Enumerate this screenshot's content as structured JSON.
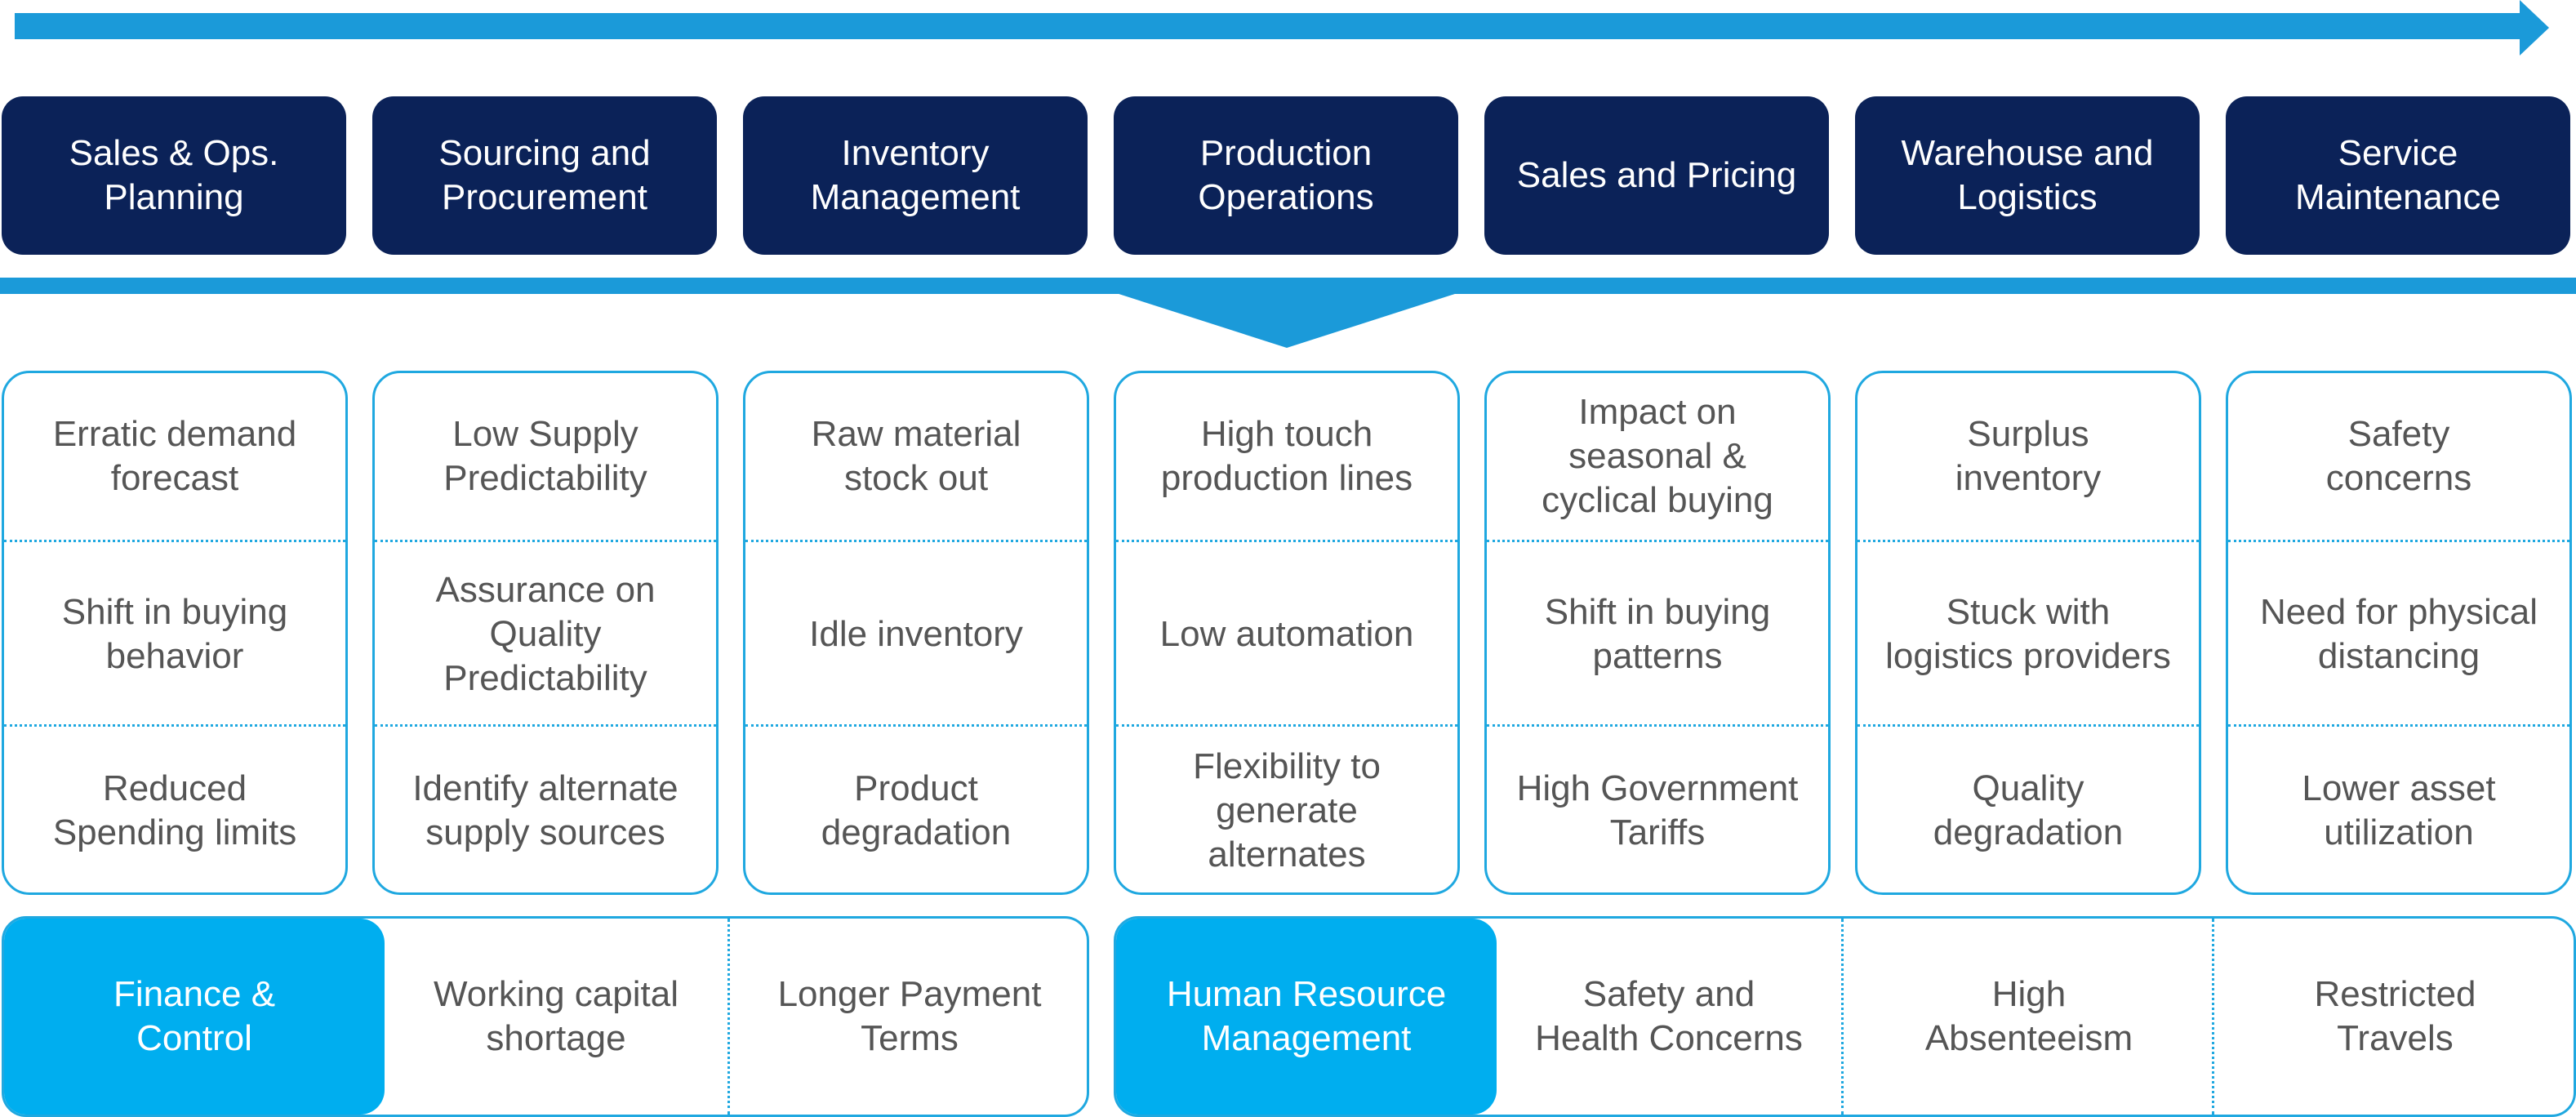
{
  "colors": {
    "navy": "#0b2258",
    "blue": "#1b9ad9",
    "cyan": "#00aeef",
    "text": "#555555"
  },
  "headers": [
    "Sales & Ops.\nPlanning",
    "Sourcing and\nProcurement",
    "Inventory\nManagement",
    "Production\nOperations",
    "Sales and Pricing",
    "Warehouse and\nLogistics",
    "Service\nMaintenance"
  ],
  "columns": [
    [
      "Erratic demand\nforecast",
      "Shift in buying\nbehavior",
      "Reduced\nSpending limits"
    ],
    [
      "Low Supply\nPredictability",
      "Assurance on\nQuality\nPredictability",
      "Identify alternate\nsupply sources"
    ],
    [
      "Raw material\nstock out",
      "Idle inventory",
      "Product\ndegradation"
    ],
    [
      "High touch\nproduction lines",
      "Low automation",
      "Flexibility to\ngenerate\nalternates"
    ],
    [
      "Impact on\nseasonal &\ncyclical buying",
      "Shift in buying\npatterns",
      "High Government\nTariffs"
    ],
    [
      "Surplus\ninventory",
      "Stuck with\nlogistics providers",
      "Quality\ndegradation"
    ],
    [
      "Safety\nconcerns",
      "Need for physical\ndistancing",
      "Lower asset\nutilization"
    ]
  ],
  "finance": {
    "title": "Finance &\nControl",
    "items": [
      "Working capital\nshortage",
      "Longer Payment\nTerms"
    ]
  },
  "hr": {
    "title": "Human Resource\nManagement",
    "items": [
      "Safety and\nHealth Concerns",
      "High\nAbsenteeism",
      "Restricted\nTravels"
    ]
  }
}
